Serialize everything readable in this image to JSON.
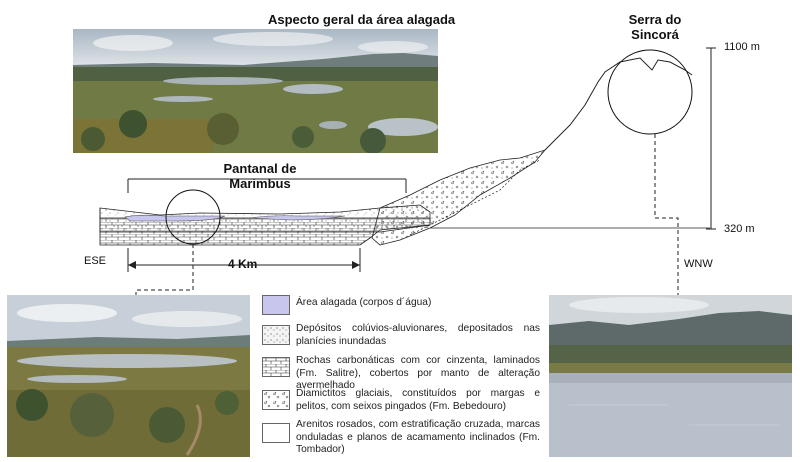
{
  "top_photo_title": "Aspecto geral da área alagada",
  "serra_title": "Serra do Sincorá",
  "pantanal_title": "Pantanal de Marimbus",
  "elevation_top": "1100 m",
  "elevation_bottom": "320 m",
  "direction_left": "ESE",
  "direction_right": "WNW",
  "scale_label": "4 Km",
  "legend": [
    {
      "text": "Área alagada (corpos d´água)",
      "color": "#c9c6ee"
    },
    {
      "text": "Depósitos colúvios-aluvionares, depositados nas planícies inundadas",
      "color": "#f4f4f4"
    },
    {
      "text": "Rochas carbonáticas com cor cinzenta, laminados (Fm. Salitre), cobertos por manto de alteração avermelhado",
      "color": "#ffffff"
    },
    {
      "text": "Diamictitos glaciais, constituídos por margas e pelitos, com seixos pingados (Fm. Bebedouro)",
      "color": "#ffffff"
    },
    {
      "text": "Arenitos rosados, com estratificação cruzada, marcas onduladas e planos de acamamento inclinados (Fm. Tombador)",
      "color": "#ffffff"
    }
  ]
}
